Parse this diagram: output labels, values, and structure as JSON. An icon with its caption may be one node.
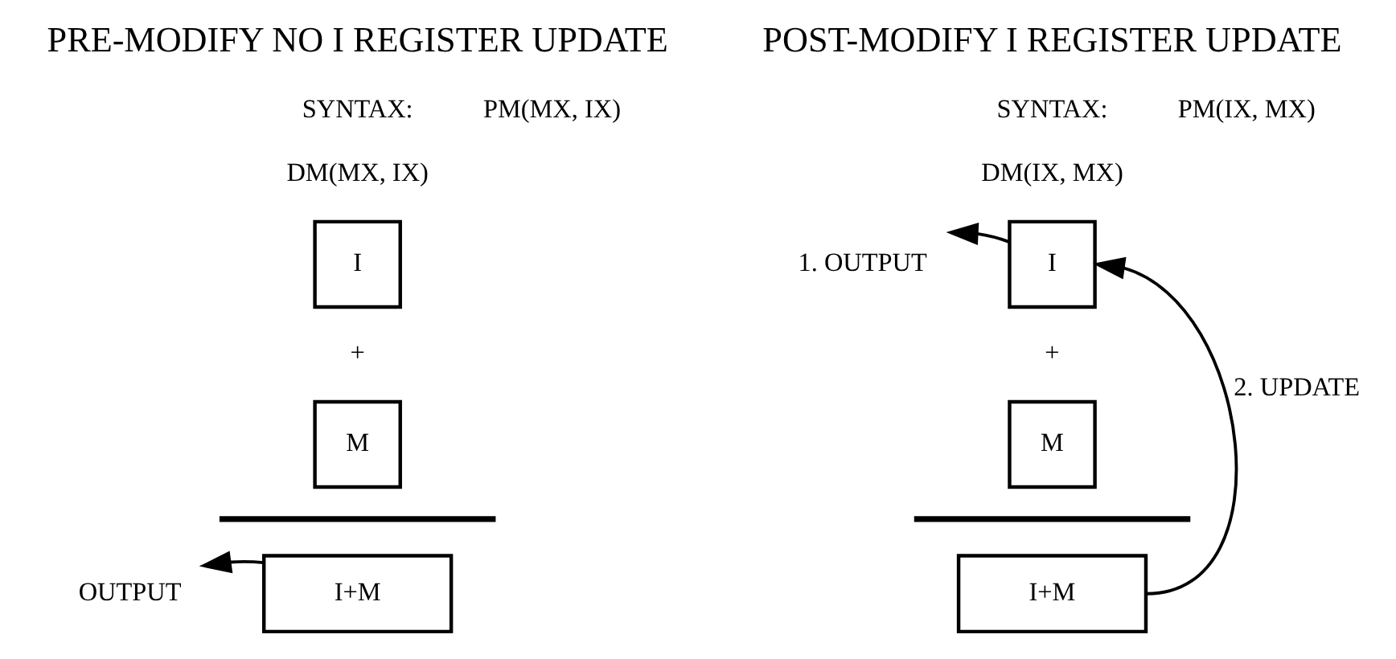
{
  "diagram": {
    "nodes": [
      {
        "text": [
          "I"
        ]
      },
      {
        "text": [
          "M"
        ]
      },
      {
        "text": [
          "I+M"
        ]
      },
      {
        "text": [
          "OUTPUT"
        ]
      },
      {
        "text": [
          "1. OUTPUT"
        ]
      },
      {
        "text": [
          "I"
        ]
      },
      {
        "text": [
          "M"
        ]
      },
      {
        "text": [
          "I+M"
        ]
      }
    ],
    "edges": [
      {
        "from": 2,
        "to": 3,
        "arrow": "to"
      },
      {
        "from": 5,
        "to": 4,
        "arrow": "to"
      },
      {
        "from": 7,
        "to": 5,
        "arrow": "to",
        "label": "2. UPDATE"
      }
    ],
    "labels": [
      "PRE-MODIFY NO I REGISTER UPDATE",
      "POST-MODIFY I REGISTER UPDATE",
      "SYNTAX:",
      "PM(MX, IX)",
      "DM(MX, IX)",
      "+",
      "SYNTAX:",
      "PM(IX, MX)",
      "DM(IX, MX)",
      "+"
    ]
  }
}
